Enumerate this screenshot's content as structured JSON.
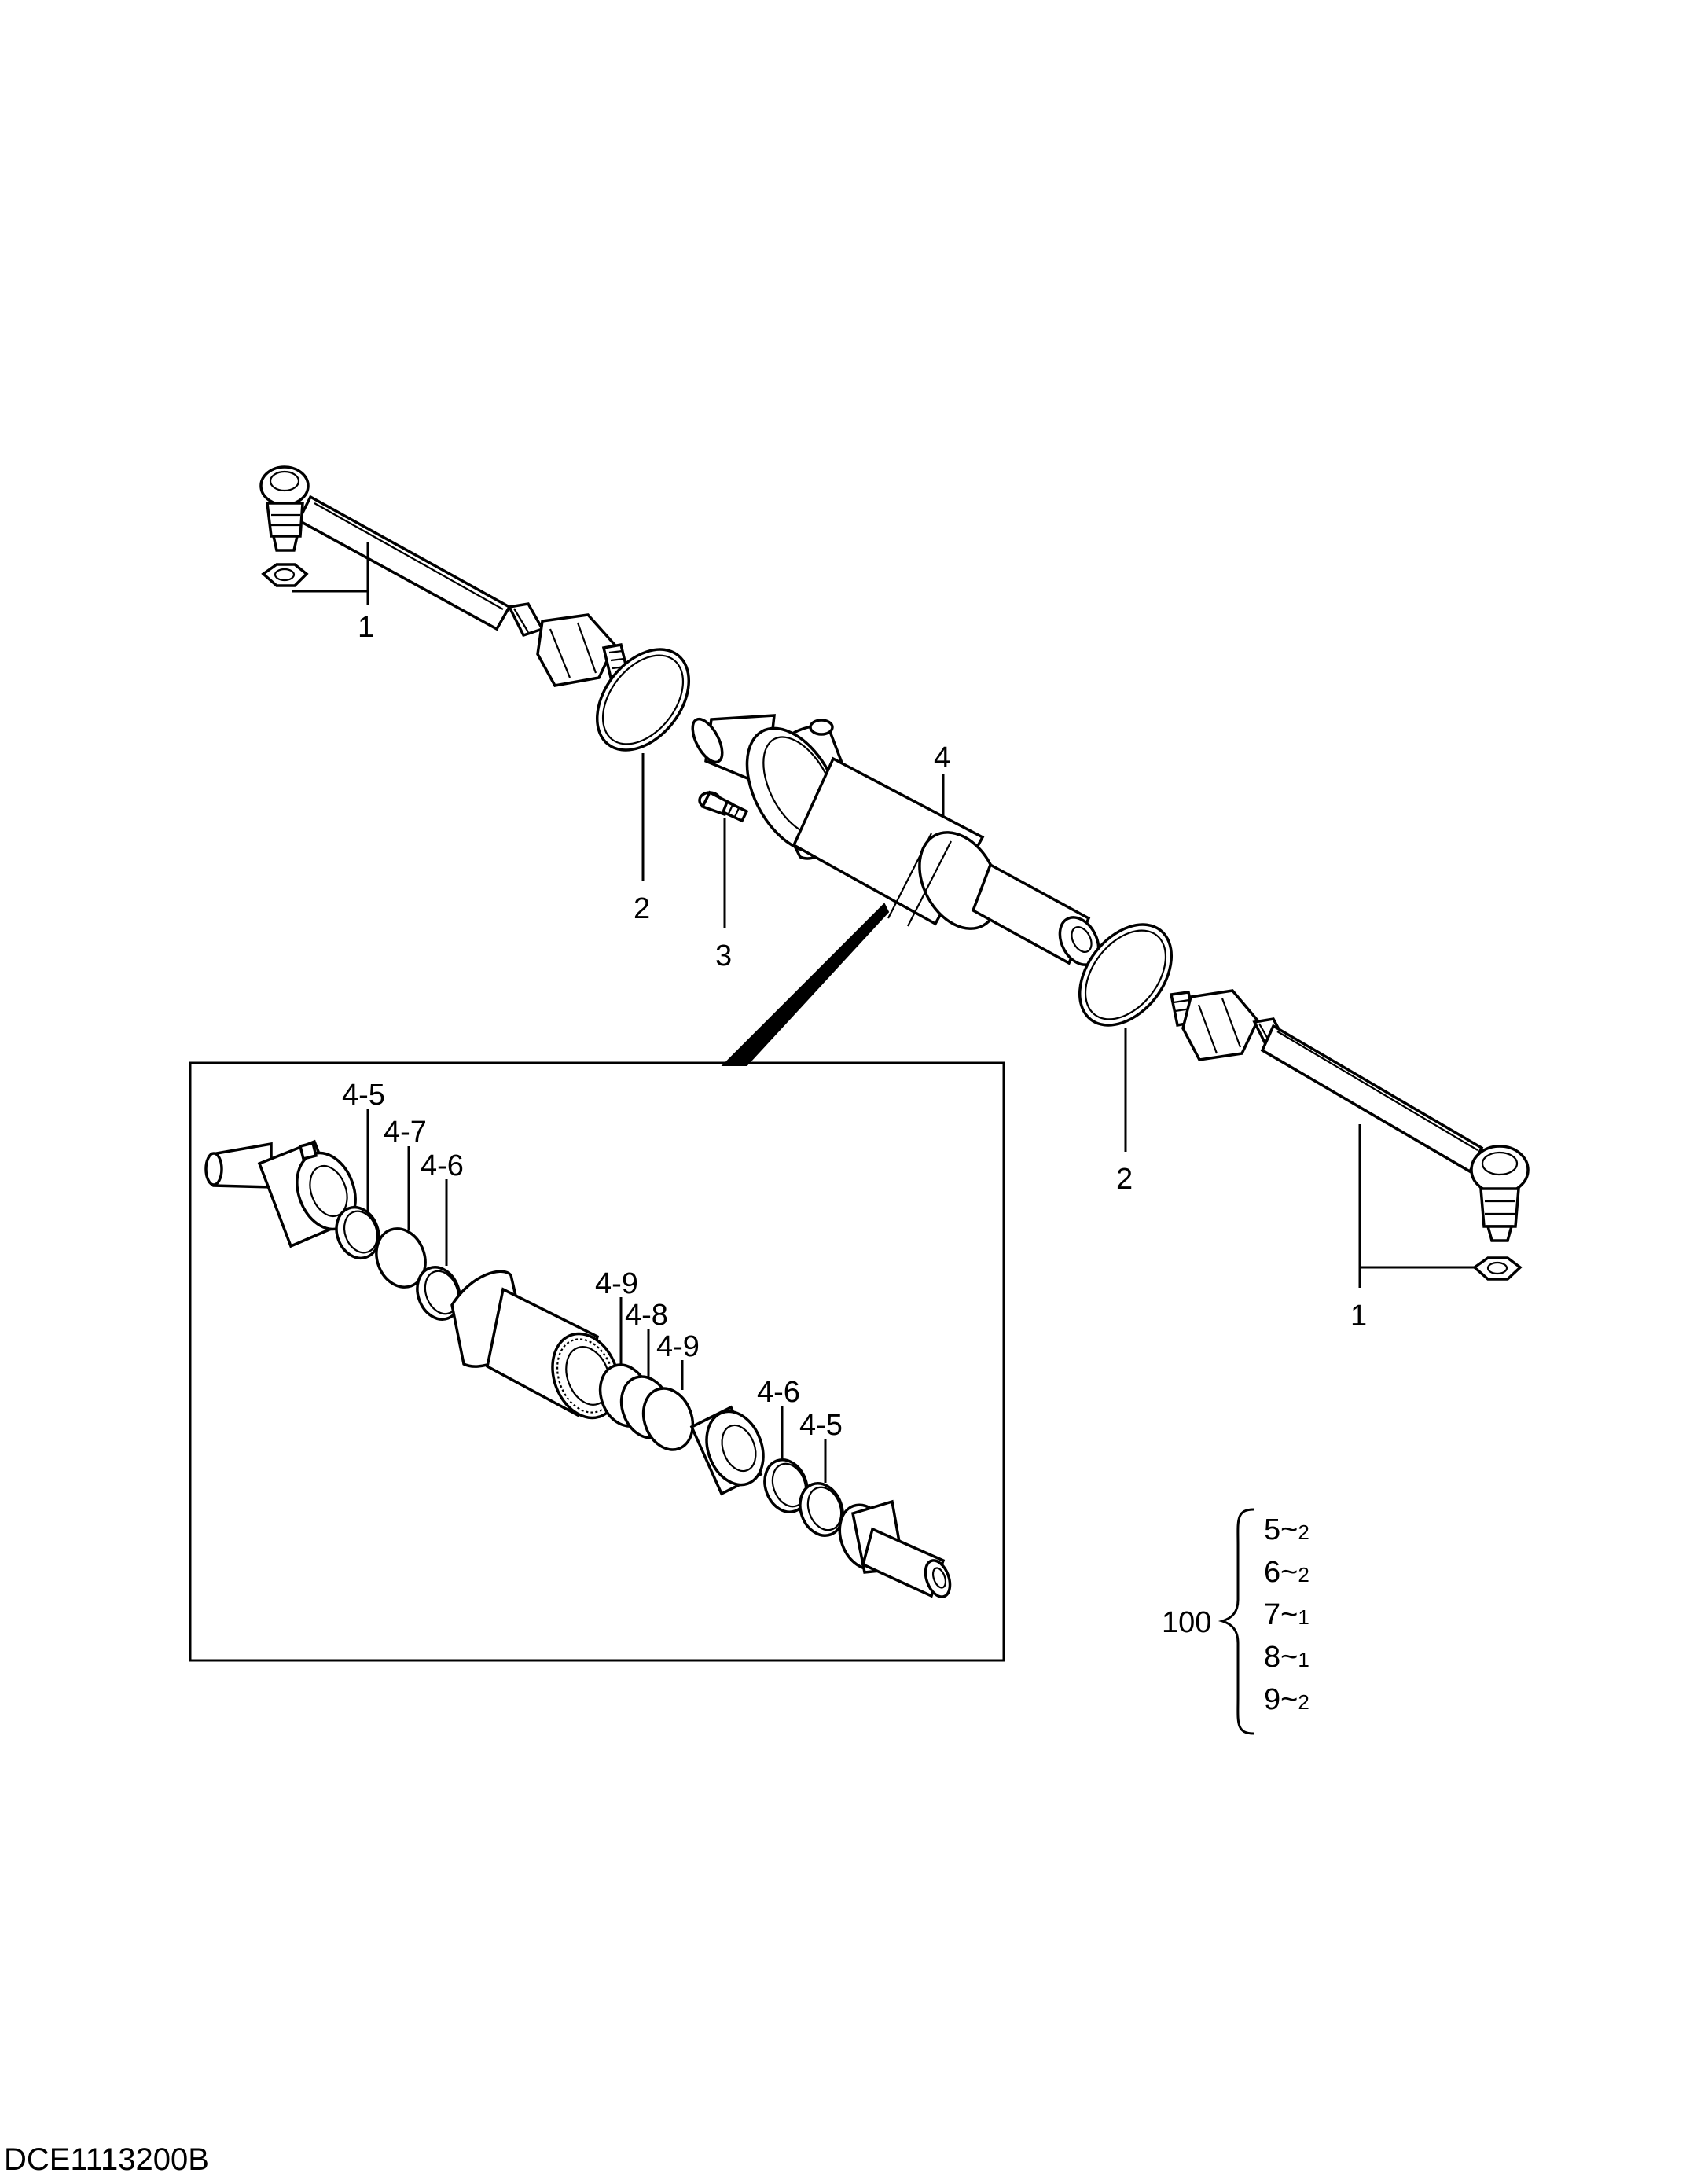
{
  "callouts": {
    "tie_rod_left": "1",
    "tie_rod_right": "1",
    "oring_left": "2",
    "oring_right": "2",
    "bolt": "3",
    "cylinder": "4"
  },
  "detail_callouts": {
    "ring_4_5_a": "4-5",
    "ring_4_7": "4-7",
    "ring_4_6_a": "4-6",
    "ring_4_9_a": "4-9",
    "ring_4_8": "4-8",
    "ring_4_9_b": "4-9",
    "ring_4_6_b": "4-6",
    "ring_4_5_b": "4-5"
  },
  "kit": {
    "number": "100",
    "items": [
      {
        "part": "5",
        "qty": "2"
      },
      {
        "part": "6",
        "qty": "2"
      },
      {
        "part": "7",
        "qty": "1"
      },
      {
        "part": "8",
        "qty": "1"
      },
      {
        "part": "9",
        "qty": "2"
      }
    ]
  },
  "drawing_code": "DCE1113200B"
}
